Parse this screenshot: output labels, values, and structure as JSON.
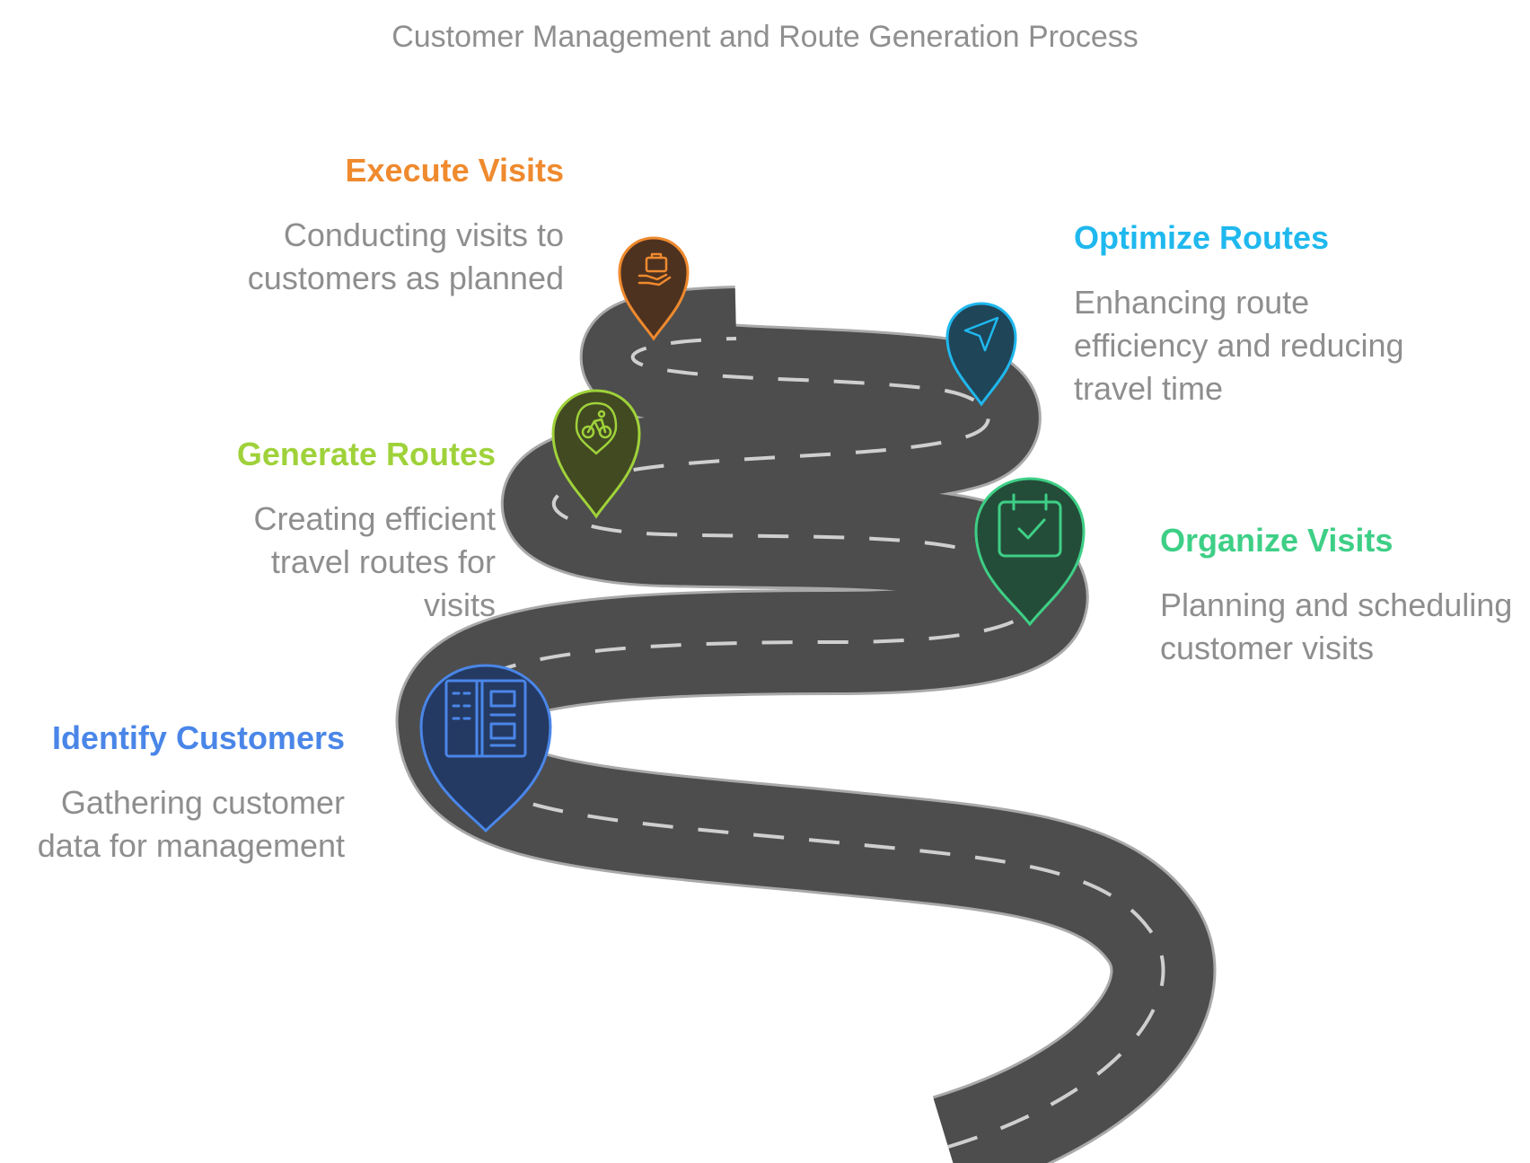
{
  "title": "Customer Management and Route Generation Process",
  "steps": {
    "execute": {
      "title": "Execute Visits",
      "description": "Conducting visits to customers as planned",
      "icon": "hand-briefcase-icon",
      "color": "#ef8a2e"
    },
    "optimize": {
      "title": "Optimize Routes",
      "description": "Enhancing route efficiency and reducing travel time",
      "icon": "navigation-arrow-icon",
      "color": "#1fb8ee"
    },
    "generate": {
      "title": "Generate Routes",
      "description": "Creating efficient travel routes for visits",
      "icon": "cyclist-icon",
      "color": "#9fd23a"
    },
    "organize": {
      "title": "Organize Visits",
      "description": "Planning and scheduling customer visits",
      "icon": "calendar-check-icon",
      "color": "#3ecf86"
    },
    "identify": {
      "title": "Identify Customers",
      "description": "Gathering customer data for management",
      "icon": "data-panel-icon",
      "color": "#4a86e8"
    }
  },
  "colors": {
    "road": "#4d4d4d",
    "road_edge": "#a9a9a9",
    "road_dash": "#cfcfcf"
  }
}
